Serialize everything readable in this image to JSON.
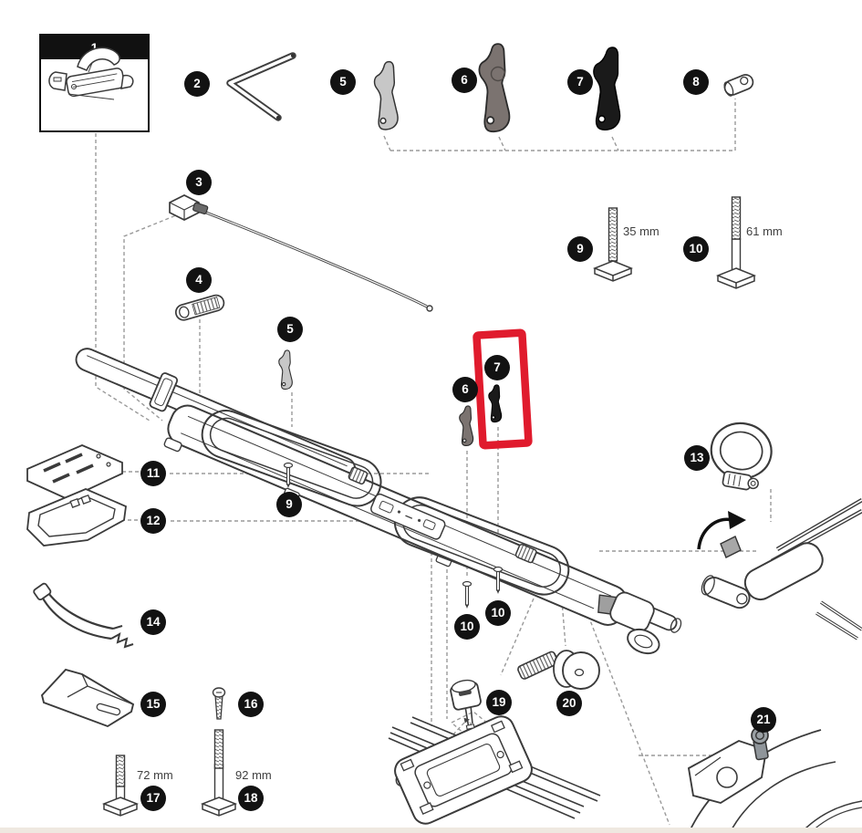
{
  "document": {
    "type": "exploded-parts-diagram",
    "highlighted_part": "7"
  },
  "colors": {
    "highlight_red": "#e01b2d",
    "badge_black": "#121212",
    "lever_light_gray": "#c7c7c7",
    "lever_mid_gray": "#7b7370",
    "lever_black": "#1a1a1a",
    "line_art": "#3b3b3b",
    "dash_gray": "#9a9a9a"
  },
  "box1": {
    "label": "1"
  },
  "badges": [
    {
      "label": "2"
    },
    {
      "label": "3"
    },
    {
      "label": "4"
    },
    {
      "label": "5"
    },
    {
      "label": "6"
    },
    {
      "label": "7"
    },
    {
      "label": "8"
    },
    {
      "label": "9"
    },
    {
      "label": "10"
    },
    {
      "label": "5"
    },
    {
      "label": "6"
    },
    {
      "label": "7"
    },
    {
      "label": "9"
    },
    {
      "label": "10"
    },
    {
      "label": "10"
    },
    {
      "label": "11"
    },
    {
      "label": "12"
    },
    {
      "label": "13"
    },
    {
      "label": "14"
    },
    {
      "label": "15"
    },
    {
      "label": "16"
    },
    {
      "label": "17"
    },
    {
      "label": "18"
    },
    {
      "label": "19"
    },
    {
      "label": "20"
    },
    {
      "label": "21"
    }
  ],
  "labels": {
    "bolt_9": "35 mm",
    "bolt_10": "61 mm",
    "bolt_17": "72 mm",
    "bolt_18": "92 mm"
  }
}
